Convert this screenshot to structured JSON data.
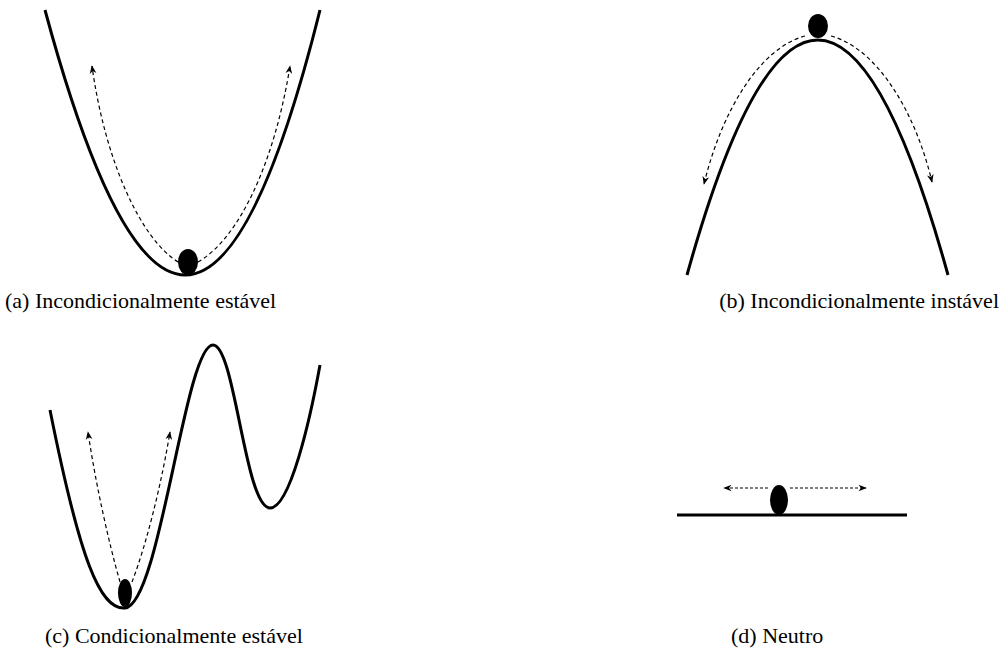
{
  "diagram": {
    "labels": [
      "(a) Incondicionalmente estável",
      "(b) Incondicionalmente instável",
      "(c) Condicionalmente estável",
      "(d) Neutro"
    ]
  }
}
